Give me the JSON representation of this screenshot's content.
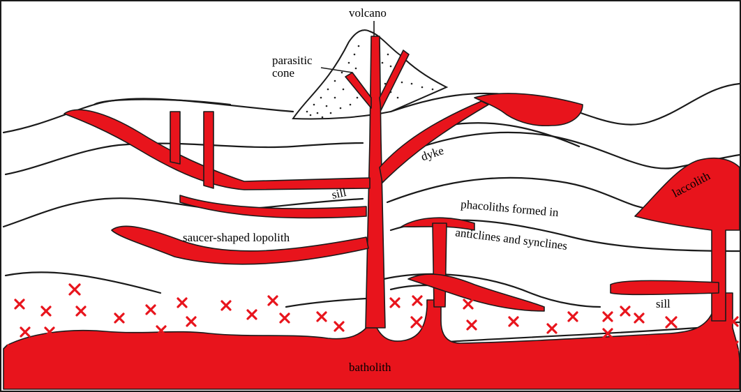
{
  "diagram": {
    "labels": {
      "volcano": "volcano",
      "parasitic_cone_line1": "parasitic",
      "parasitic_cone_line2": "cone",
      "dyke": "dyke",
      "sill_upper": "sill",
      "laccolith": "laccolith",
      "phacoliths_line1": "phacoliths formed in",
      "phacoliths_line2": "anticlines and synclines",
      "lopolith": "saucer-shaped lopolith",
      "sill_lower": "sill",
      "batholith": "batholith"
    },
    "colors": {
      "magma": "#e8141c",
      "outline": "#1a1a1a",
      "background": "#ffffff"
    },
    "icons": {
      "granite_marker": "cross-icon"
    }
  }
}
